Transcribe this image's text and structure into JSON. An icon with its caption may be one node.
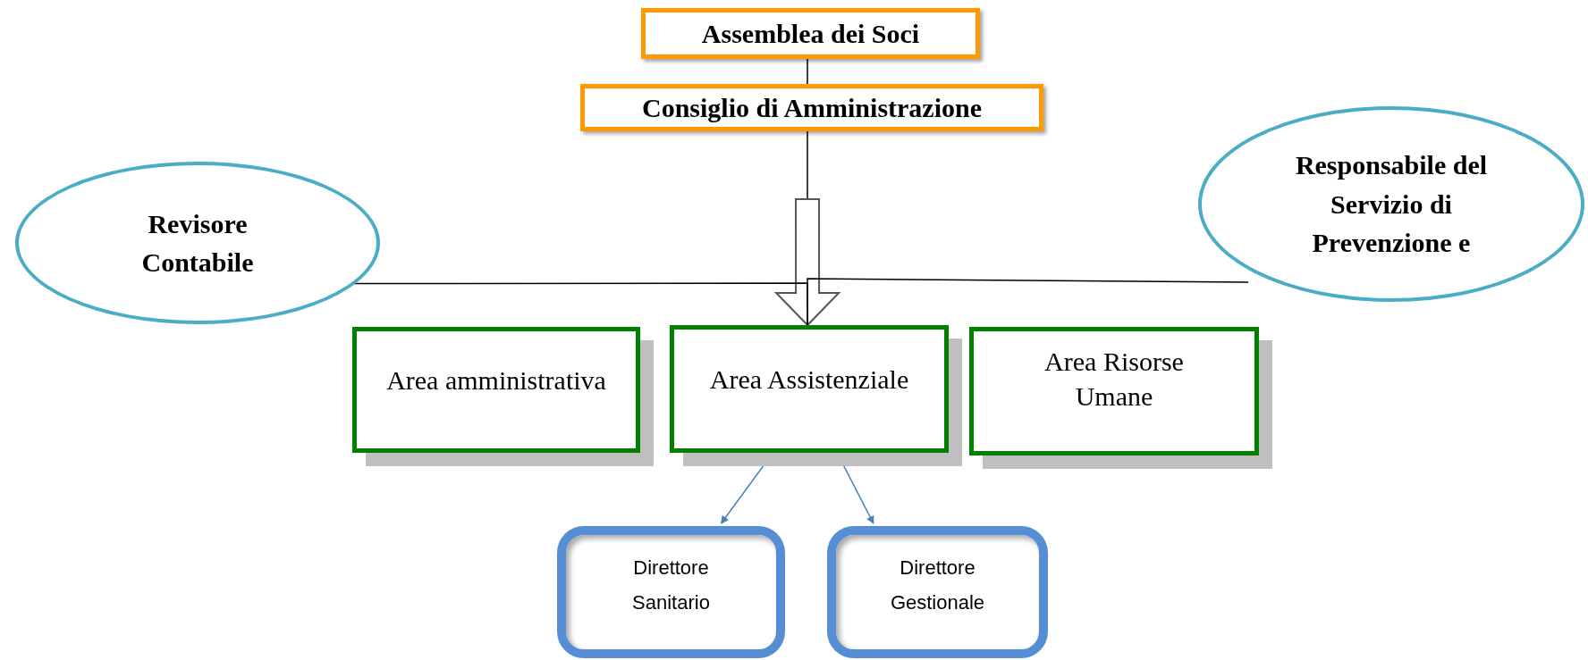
{
  "diagram": {
    "nodes": [
      {
        "text": [
          "Assemblea dei Soci"
        ]
      },
      {
        "text": [
          "Consiglio di Amministrazione"
        ]
      },
      {
        "text": [
          "Revisore Contabile"
        ]
      },
      {
        "text": [
          "Responsabile del Servizio di Prevenzione e"
        ]
      },
      {
        "text": [
          "Area amministrativa"
        ]
      },
      {
        "text": [
          "Area Assistenziale"
        ]
      },
      {
        "text": [
          "Area Risorse Umane"
        ]
      },
      {
        "text": [
          "Direttore Sanitario"
        ]
      },
      {
        "text": [
          "Direttore Gestionale"
        ]
      }
    ],
    "edges": [
      {
        "from": 0,
        "to": 1,
        "arrow": "none"
      },
      {
        "from": 1,
        "to": 5,
        "arrow": "to"
      },
      {
        "from": 2,
        "to": 5,
        "arrow": "none"
      },
      {
        "from": 3,
        "to": 5,
        "arrow": "none"
      },
      {
        "from": 5,
        "to": 7,
        "arrow": "to",
        "color": "#4a7ebb"
      },
      {
        "from": 5,
        "to": 8,
        "arrow": "to",
        "color": "#4a7ebb"
      }
    ]
  }
}
